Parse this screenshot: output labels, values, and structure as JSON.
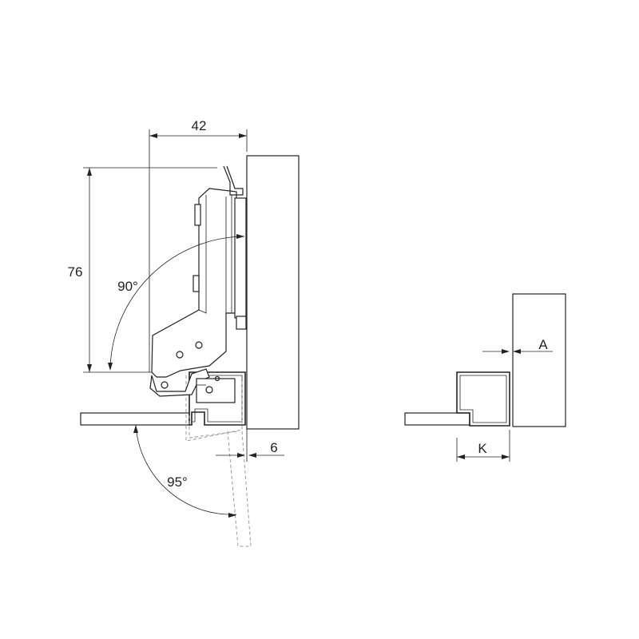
{
  "dimensions": {
    "width_42": "42",
    "height_76": "76",
    "angle_90": "90°",
    "angle_95": "95°",
    "gap_6": "6",
    "label_a": "A",
    "label_k": "K"
  }
}
